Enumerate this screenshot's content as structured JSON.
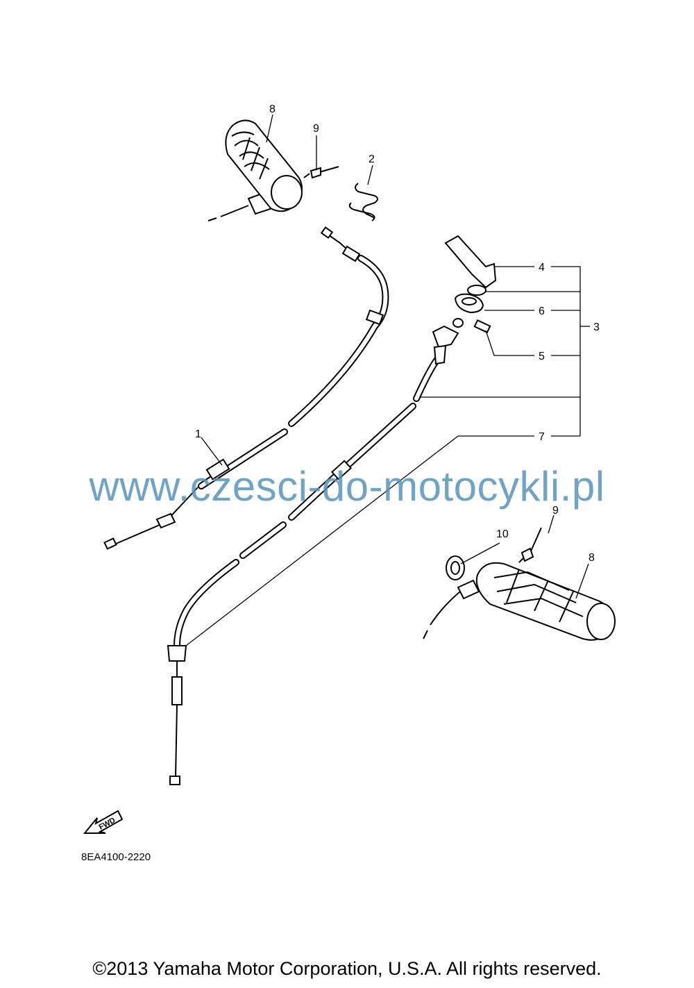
{
  "watermark": "www.czesci-do-motocykli.pl",
  "diagram_code": "8EA4100-2220",
  "copyright": "©2013 Yamaha Motor Corporation, U.S.A. All rights reserved.",
  "fwd_label": "FWD",
  "callouts": {
    "c1": "1",
    "c2": "2",
    "c3": "3",
    "c4": "4",
    "c5": "5",
    "c6": "6",
    "c7": "7",
    "c8_top": "8",
    "c8_bottom": "8",
    "c9_top": "9",
    "c9_bottom": "9",
    "c10": "10"
  }
}
